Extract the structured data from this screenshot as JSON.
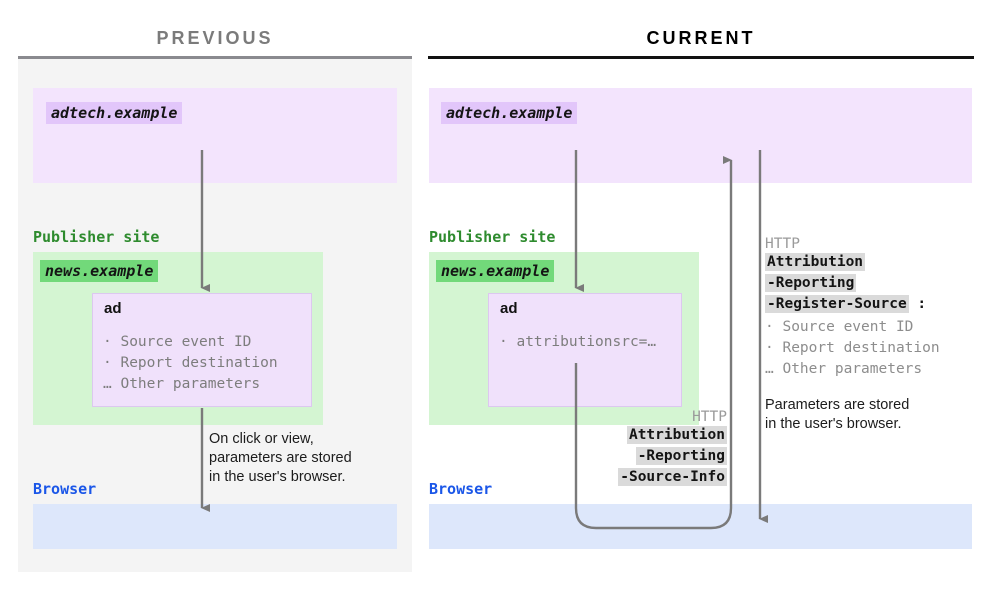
{
  "panels": {
    "previous": {
      "title": "PREVIOUS",
      "adtech_chip": "adtech.example",
      "publisher_label": "Publisher site",
      "publisher_chip": "news.example",
      "ad_title": "ad",
      "ad_params": "· Source event ID\n· Report destination\n… Other parameters",
      "browser_label": "Browser",
      "note": "On click or view,\nparameters are stored\nin the user's browser."
    },
    "current": {
      "title": "CURRENT",
      "adtech_chip": "adtech.example",
      "publisher_label": "Publisher site",
      "publisher_chip": "news.example",
      "ad_title": "ad",
      "ad_params": "· attributionsrc=…",
      "browser_label": "Browser",
      "note": "Parameters are stored\nin the user's browser.",
      "http_request": {
        "protocol_label": "HTTP",
        "header_parts": [
          "Attribution",
          "-Reporting",
          "-Source-Info"
        ]
      },
      "http_response": {
        "protocol_label": "HTTP",
        "header_parts": [
          "Attribution",
          "-Reporting",
          "-Register-Source"
        ],
        "colon": ":",
        "params": "· Source event ID\n· Report destination\n… Other parameters"
      }
    }
  },
  "colors": {
    "adtech_region": "#f3e4fd",
    "adtech_chip": "#e2c6fa",
    "publisher_region": "#d4f5d2",
    "publisher_chip": "#72d97a",
    "publisher_text": "#2e8b2e",
    "browser_region": "#dde7fb",
    "browser_text": "#1a56e8",
    "ad_box": "#f0e1fb",
    "arrow": "#7a7a7a",
    "header_highlight": "#dadada",
    "panel_previous_bg": "#f4f4f4",
    "title_previous": "#7b7b7b",
    "title_current": "#000000"
  }
}
